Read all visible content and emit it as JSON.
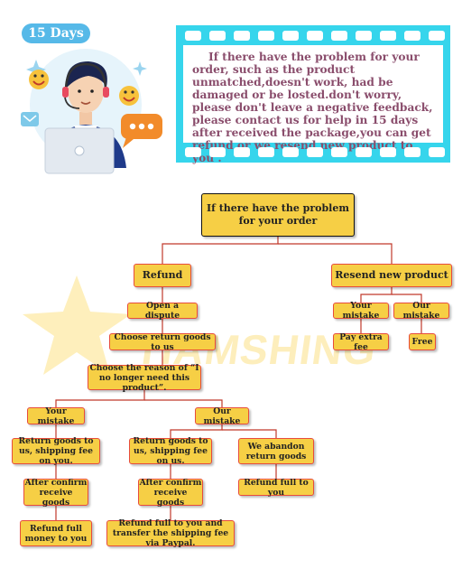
{
  "badge": {
    "text": "15 Days"
  },
  "notice": {
    "text": "If there have the problem for your order, such as the product unmatched,doesn't work, had be damaged or be losted.don't worry, please don't leave a negative feedback, please contact us for help in 15 days after received the package,you can get refund or we resend new product to you ."
  },
  "watermark": {
    "text": "TIAMSHING"
  },
  "colors": {
    "node_fill": "#f6cf45",
    "node_border": "#e74c3c",
    "line": "#c0392b",
    "film": "#36d5ec",
    "notice_text": "#8a4d6c"
  },
  "flow": {
    "root": "If there have the problem for your order",
    "refund": "Refund",
    "resend": "Resend new product",
    "open_dispute": "Open a dispute",
    "choose_return": "Choose return goods to us",
    "choose_reason": "Choose the reason of “I no longer need this product”.",
    "refund_your_mistake": "Your mistake",
    "refund_our_mistake": "Our mistake",
    "return_your_fee": "Return goods to us, shipping fee on you.",
    "return_our_fee": "Return goods to us, shipping fee on us.",
    "we_abandon": "We abandon return goods",
    "after_confirm_1": "After confirm receive goods",
    "after_confirm_2": "After confirm receive goods",
    "refund_full_you": "Refund full to you",
    "refund_full_money": "Refund full money to you",
    "refund_full_paypal": "Refund full to you and transfer the shipping fee via Paypal.",
    "resend_your_mistake": "Your mistake",
    "resend_our_mistake": "Our mistake",
    "pay_extra": "Pay extra fee",
    "free": "Free"
  }
}
